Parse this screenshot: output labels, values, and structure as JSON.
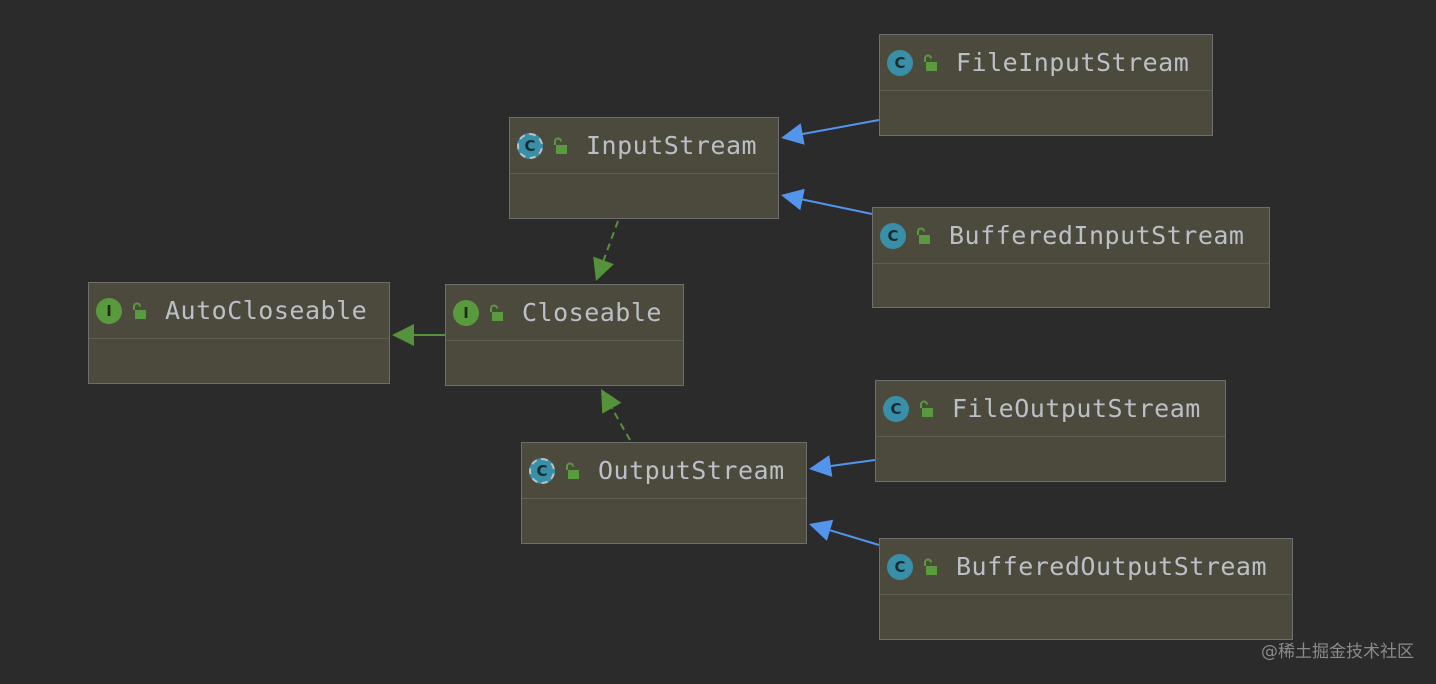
{
  "diagram": {
    "nodes": [
      {
        "id": "AutoCloseable",
        "kind": "interface",
        "badge": "I",
        "label": "AutoCloseable",
        "visibility": "public"
      },
      {
        "id": "Closeable",
        "kind": "interface",
        "badge": "I",
        "label": "Closeable",
        "visibility": "public"
      },
      {
        "id": "InputStream",
        "kind": "abstract-class",
        "badge": "C",
        "label": "InputStream",
        "visibility": "public"
      },
      {
        "id": "OutputStream",
        "kind": "abstract-class",
        "badge": "C",
        "label": "OutputStream",
        "visibility": "public"
      },
      {
        "id": "FileInputStream",
        "kind": "class",
        "badge": "C",
        "label": "FileInputStream",
        "visibility": "public"
      },
      {
        "id": "BufferedInputStream",
        "kind": "class",
        "badge": "C",
        "label": "BufferedInputStream",
        "visibility": "public"
      },
      {
        "id": "FileOutputStream",
        "kind": "class",
        "badge": "C",
        "label": "FileOutputStream",
        "visibility": "public"
      },
      {
        "id": "BufferedOutputStream",
        "kind": "class",
        "badge": "C",
        "label": "BufferedOutputStream",
        "visibility": "public"
      }
    ],
    "edges": [
      {
        "from": "Closeable",
        "to": "AutoCloseable",
        "relation": "extends"
      },
      {
        "from": "InputStream",
        "to": "Closeable",
        "relation": "implements"
      },
      {
        "from": "OutputStream",
        "to": "Closeable",
        "relation": "implements"
      },
      {
        "from": "FileInputStream",
        "to": "InputStream",
        "relation": "extends"
      },
      {
        "from": "BufferedInputStream",
        "to": "InputStream",
        "relation": "extends"
      },
      {
        "from": "FileOutputStream",
        "to": "OutputStream",
        "relation": "extends"
      },
      {
        "from": "BufferedOutputStream",
        "to": "OutputStream",
        "relation": "extends"
      }
    ]
  },
  "colors": {
    "background": "#2b2b2b",
    "node_fill": "#4b4a3d",
    "extends_class_arrow": "#5394ec",
    "interface_arrow": "#56923c",
    "class_badge": "#3a8fa8",
    "interface_badge": "#5a9a3e"
  },
  "watermark": "@稀土掘金技术社区"
}
